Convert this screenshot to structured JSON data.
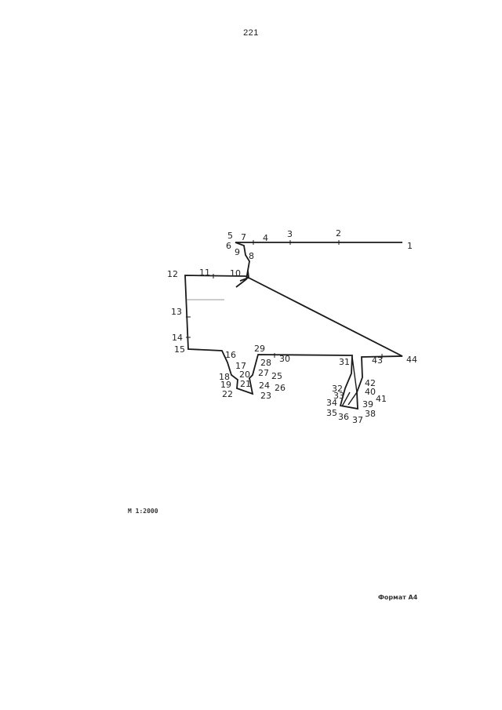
{
  "page_number": "221",
  "scale_label": "М 1:2000",
  "format_label": "Формат А4",
  "point_labels": [
    "1",
    "2",
    "3",
    "4",
    "5",
    "6",
    "7",
    "8",
    "9",
    "10",
    "11",
    "12",
    "13",
    "14",
    "15",
    "16",
    "17",
    "18",
    "19",
    "20",
    "21",
    "22",
    "23",
    "24",
    "25",
    "26",
    "27",
    "28",
    "29",
    "30",
    "31",
    "32",
    "33",
    "34",
    "35",
    "36",
    "37",
    "38",
    "39",
    "40",
    "41",
    "42",
    "43",
    "44"
  ],
  "colors": {
    "line": "#1a1a1a",
    "text": "#222222",
    "background": "#ffffff"
  }
}
